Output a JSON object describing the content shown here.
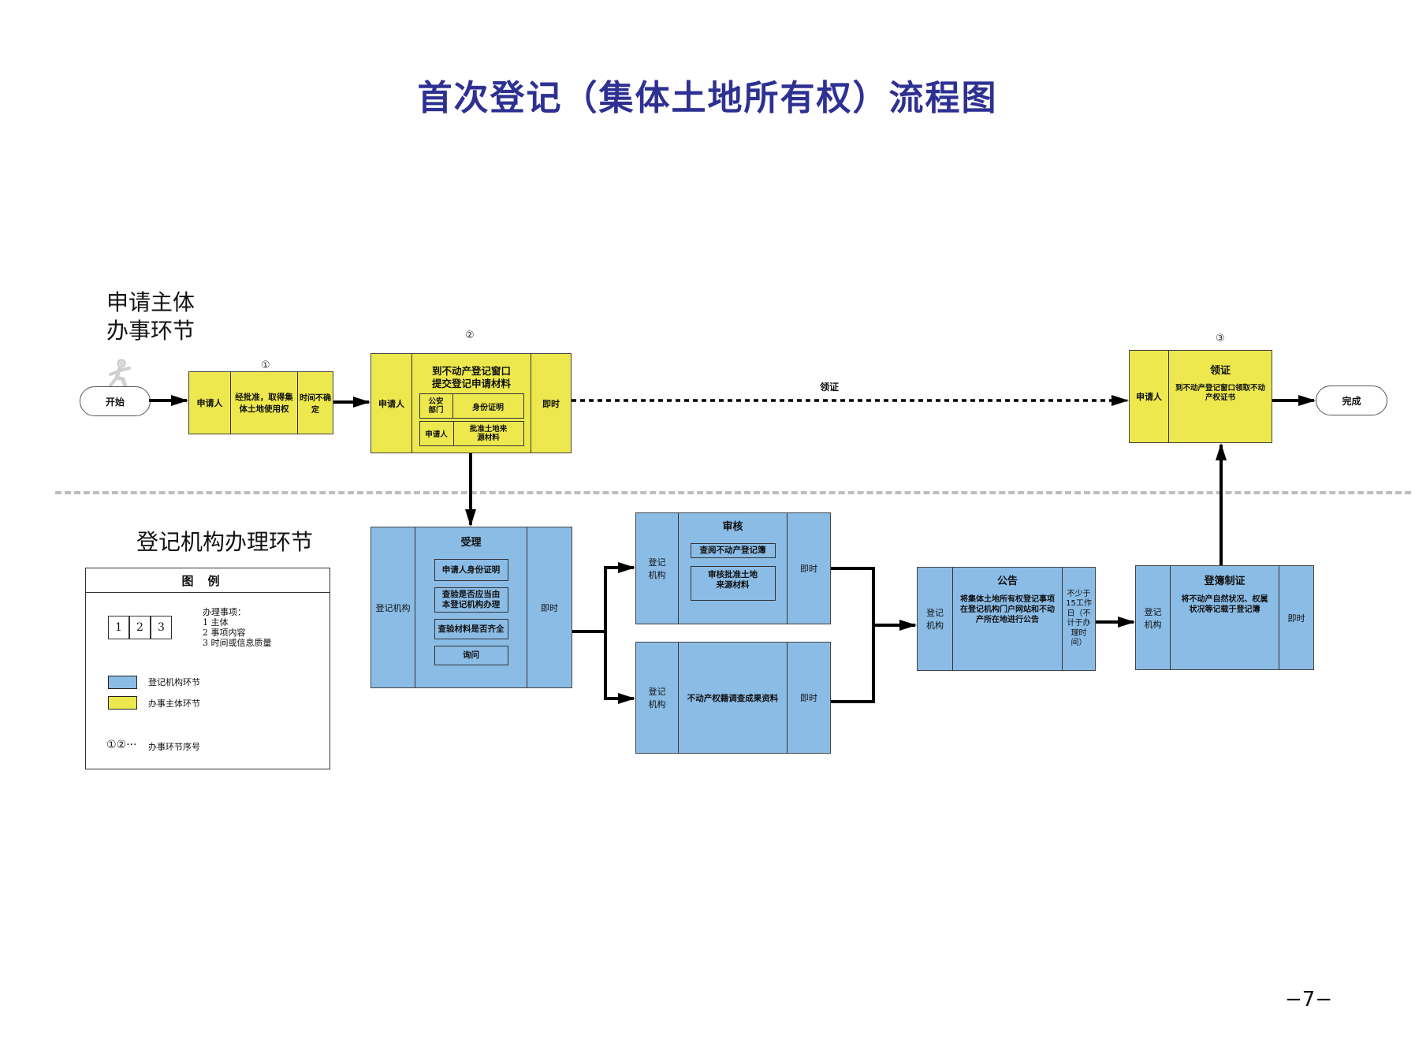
{
  "title": "首次登记（集体土地所有权）流程图",
  "lanes": {
    "applicant": "申请主体\n办事环节",
    "applicant_line1": "申请主体",
    "applicant_line2": "办事环节",
    "agency": "登记机构办理环节"
  },
  "terminals": {
    "start": "开始",
    "end": "完成"
  },
  "step_numbers": [
    "①",
    "②",
    "③"
  ],
  "applicant_steps": [
    {
      "seq": "①",
      "subject": "申请人",
      "content": "经批准，取得集体土地使用权",
      "time": "时间不确定"
    },
    {
      "seq": "②",
      "subject": "申请人",
      "header": "到不动产登记窗口提交登记申请材料",
      "header_line1": "到不动产登记窗口",
      "header_line2": "提交登记申请材料",
      "materials": [
        {
          "provider": "公安部门",
          "item": "身份证明"
        },
        {
          "provider": "申请人",
          "item": "批准土地来源材料"
        }
      ],
      "time": "即时"
    },
    {
      "seq": "③",
      "subject": "申请人",
      "header": "领证",
      "content": "到不动产登记窗口领取不动产权证书",
      "time": ""
    }
  ],
  "connector_label": "领证",
  "agency_steps": {
    "accept": {
      "subject": "登记机构",
      "header": "受理",
      "items": [
        "申请人身份证明",
        "查验是否应当由本登记机构办理",
        "查验材料是否齐全",
        "询问"
      ],
      "time": "即时"
    },
    "review": {
      "subject": "登记机构",
      "header": "审核",
      "items": [
        "查阅不动产登记簿",
        "审核批准土地来源材料"
      ],
      "time": "即时"
    },
    "survey": {
      "subject": "登记机构",
      "content": "不动产权籍调查成果资料",
      "time": "即时"
    },
    "notice": {
      "subject": "登记机构",
      "header": "公告",
      "content": "将集体土地所有权登记事项在登记机构门户网站和不动产所在地进行公告",
      "time": "不少于15工作日（不计于办理时间）"
    },
    "register": {
      "subject": "登记机构",
      "header": "登簿制证",
      "content": "将不动产自然状况、权属状况等记载于登记簿",
      "time": "即时"
    }
  },
  "legend": {
    "title": "图例",
    "cells": [
      "1",
      "2",
      "3"
    ],
    "items_heading": "办理事项：",
    "items": [
      "1 主体",
      "2 事项内容",
      "3 时间或信息质量"
    ],
    "swatches": [
      {
        "label": "登记机构环节",
        "color": "#8bbce6"
      },
      {
        "label": "办事主体环节",
        "color": "#ece84e"
      }
    ],
    "sequence_symbol": "①②···",
    "sequence_label": "办事环节序号"
  },
  "colors": {
    "title": "#2e3192",
    "applicant_box": "#ece84e",
    "agency_box": "#8bbce6",
    "divider": "#bdbdbd"
  },
  "page_number": "−7−"
}
